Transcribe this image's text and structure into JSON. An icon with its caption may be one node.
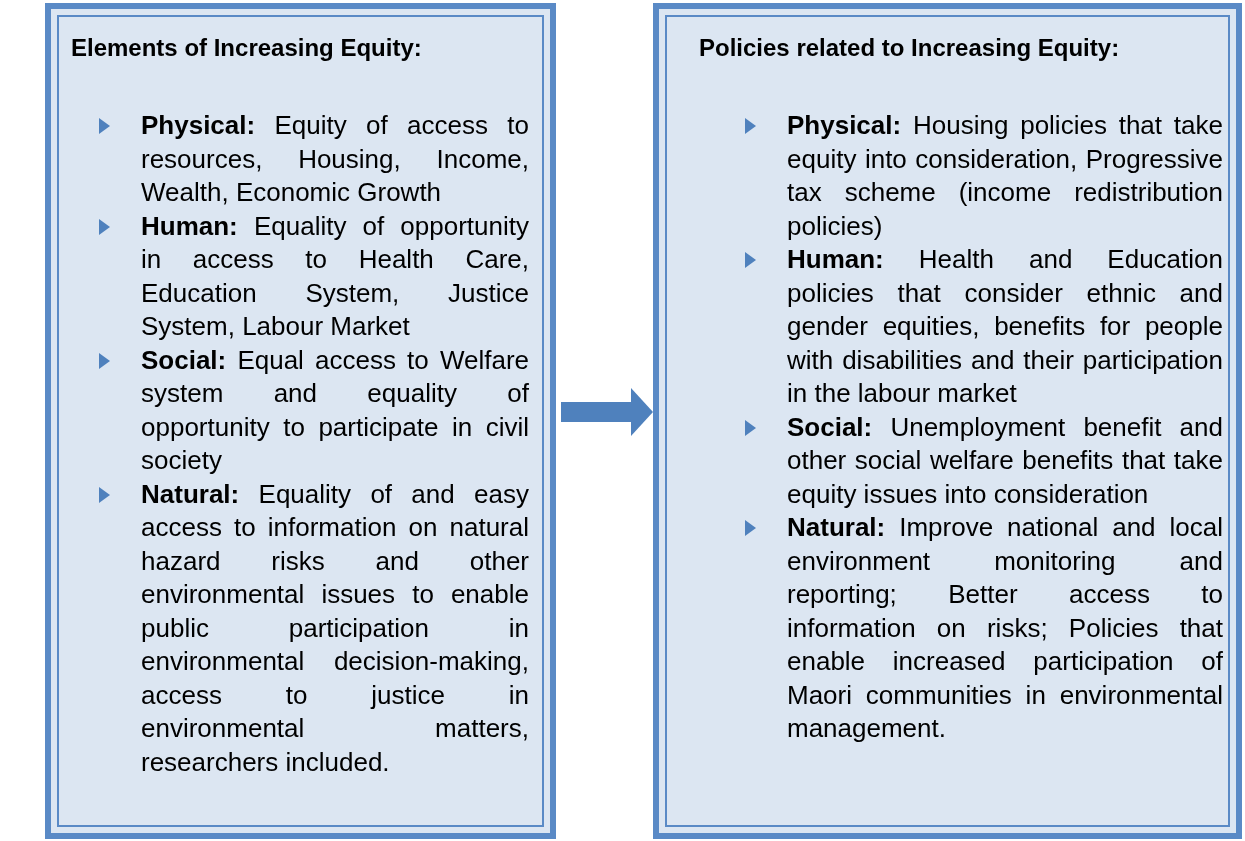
{
  "diagram": {
    "nodes": [
      {
        "text": [
          "Elements of Increasing Equity:",
          "**Physical:** Equity of access to resources, Housing, Income, Wealth, Economic Growth",
          "**Human:** Equality of opportunity in access to Health Care, Education System, Justice System, Labour Market",
          "**Social:** Equal access to Welfare system and equality of opportunity to participate in civil society",
          "**Natural:** Equality of and easy access to information on natural hazard risks and other environmental issues to enable public participation in environmental decision-making, access to justice in environmental matters, researchers included."
        ]
      },
      {
        "text": [
          "Policies related to Increasing Equity:",
          "**Physical:** Housing policies that take equity into consideration, Progressive tax scheme (income redistribution policies)",
          "**Human:** Health and Education policies that consider ethnic and gender equities, benefits for people with disabilities and their participation in the labour market",
          "**Social:** Unemployment benefit and other social welfare benefits that take equity issues into consideration",
          "**Natural:** Improve national and local environment monitoring and reporting; Better access to information on risks; Policies that enable increased participation of Maori communities in environmental management."
        ]
      }
    ],
    "edges": [
      {
        "from": 0,
        "to": 1,
        "arrow": "to"
      }
    ]
  }
}
